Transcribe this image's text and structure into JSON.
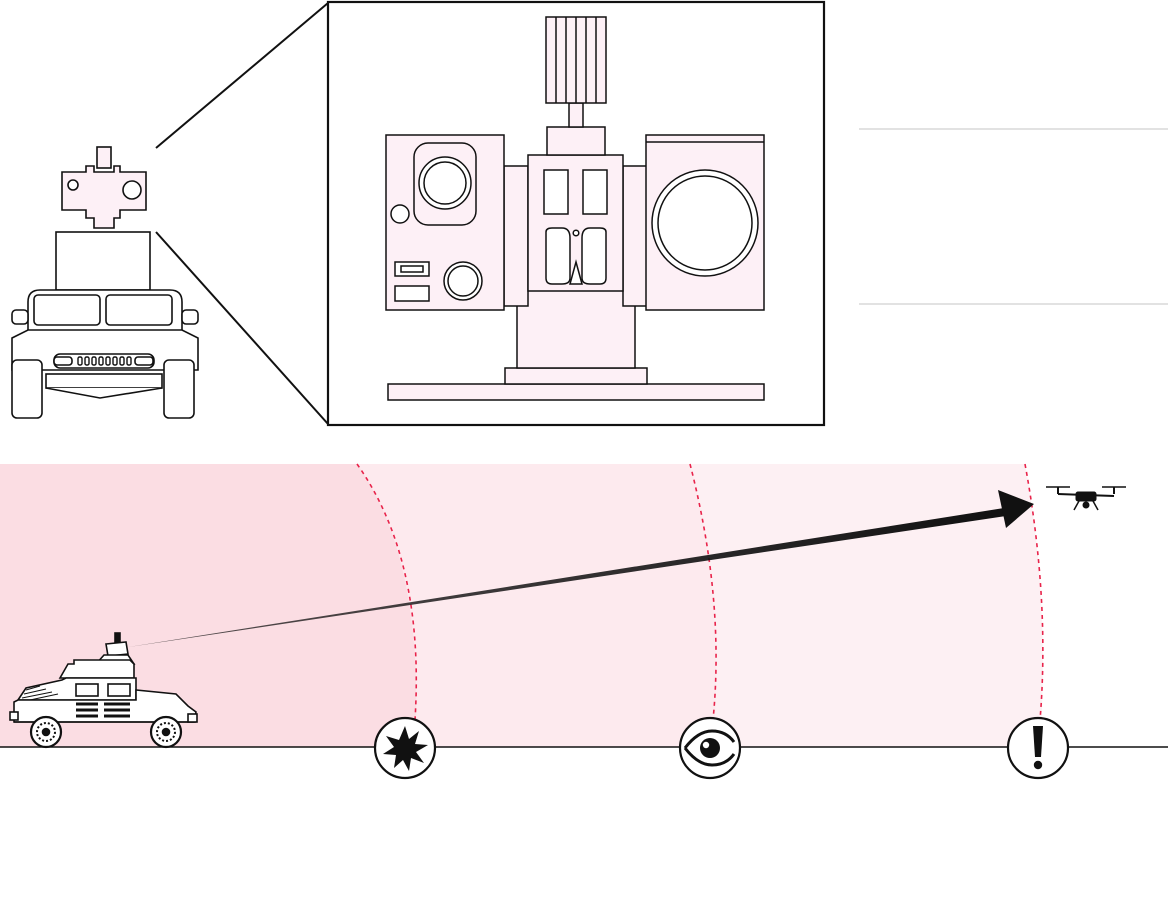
{
  "colors": {
    "zone_near": "#fbdde3",
    "zone_mid": "#fdeaee",
    "zone_far": "#fdf0f3",
    "detail_fill": "#fdf0f6",
    "range_line": "#e8234a",
    "ink": "#111111",
    "divider": "#e2e2e2"
  },
  "range_markers": [
    {
      "name": "destroy",
      "icon": "explosion-icon"
    },
    {
      "name": "identify",
      "icon": "eye-icon"
    },
    {
      "name": "detect",
      "icon": "exclamation-icon"
    }
  ],
  "detail_view": {
    "icon": "turret-sensor-icon"
  },
  "vehicle_front": {
    "icon": "armored-vehicle-front-icon"
  },
  "vehicle_side": {
    "icon": "armored-vehicle-side-icon"
  },
  "target": {
    "icon": "quadcopter-drone-icon"
  }
}
